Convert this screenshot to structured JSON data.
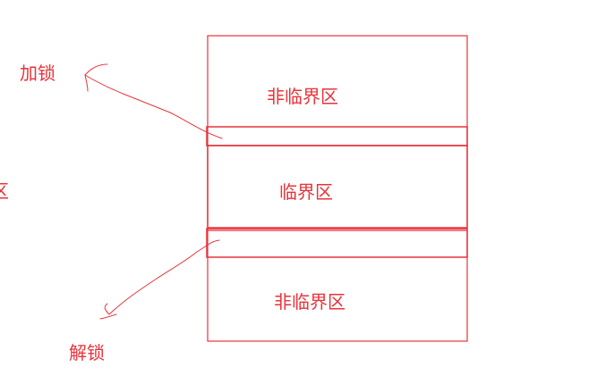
{
  "colors": {
    "stroke": "#e8333a",
    "background": "#ffffff"
  },
  "labels": {
    "lock": "加锁",
    "unlock": "解锁",
    "non_critical_top": "非临界区",
    "critical": "临界区",
    "non_critical_bottom": "非临界区",
    "cut_off_left": "区"
  },
  "diagram": {
    "regions": [
      {
        "name": "非临界区",
        "role": "non-critical-section"
      },
      {
        "name": "加锁",
        "role": "lock-band"
      },
      {
        "name": "临界区",
        "role": "critical-section"
      },
      {
        "name": "解锁",
        "role": "unlock-band"
      },
      {
        "name": "非临界区",
        "role": "non-critical-section"
      }
    ],
    "arrows": [
      {
        "from": "lock-band",
        "to": "加锁"
      },
      {
        "from": "unlock-band",
        "to": "解锁"
      }
    ]
  }
}
